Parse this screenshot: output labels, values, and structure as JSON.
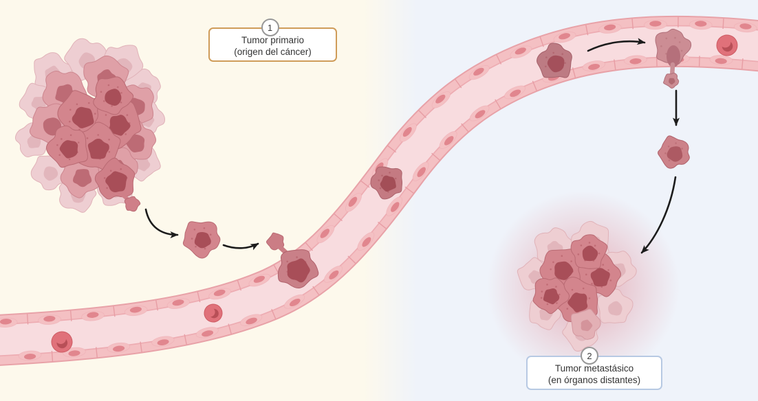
{
  "background": {
    "left_color": "#fdf9ec",
    "right_color": "#eff3fa"
  },
  "annotations": {
    "primary": {
      "number": "1",
      "line1": "Tumor primario",
      "line2": "(origen del cáncer)",
      "border_color": "#cf9c59"
    },
    "metastatic": {
      "number": "2",
      "line1": "Tumor metastásico",
      "line2": "(en órganos distantes)",
      "border_color": "#b7c9e3"
    }
  },
  "palette": {
    "vessel_wall": "#f4c0c3",
    "vessel_wall_outline": "#e8a2a8",
    "vessel_lumen": "#f8dcdf",
    "vessel_lumen_edge": "#edacb2",
    "endothelial_nucleus": "#e1868e",
    "tumor_body_front": "#d3858d",
    "tumor_body_mid": "#dfa0a7",
    "tumor_body_light": "#eeced2",
    "tumor_body_dusky": "#c47a82",
    "tumor_nucleus": "#a84e58",
    "tumor_nucleus_mid": "#bd6b75",
    "tumor_nucleus_light": "#d9a2aa",
    "rbc_body": "#e0717a",
    "rbc_outline": "#cd5b63",
    "rbc_crescent": "#b84f57",
    "arrow": "#1c1c1c",
    "glow": "#df8590"
  }
}
